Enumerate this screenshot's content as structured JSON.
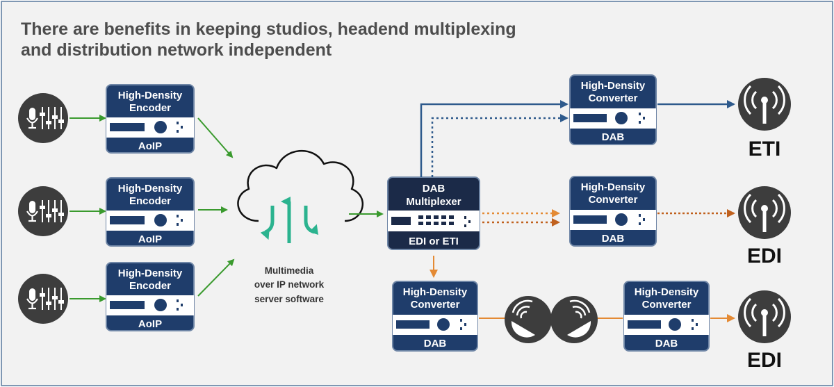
{
  "title": {
    "line1": "There are benefits in keeping studios, headend multiplexing",
    "line2": "and distribution network independent"
  },
  "encoders": [
    {
      "title1": "High-Density",
      "title2": "Encoder",
      "footer": "AoIP"
    },
    {
      "title1": "High-Density",
      "title2": "Encoder",
      "footer": "AoIP"
    },
    {
      "title1": "High-Density",
      "title2": "Encoder",
      "footer": "AoIP"
    }
  ],
  "cloud": {
    "caption1": "Multimedia",
    "caption2": "over IP network",
    "caption3": "server software"
  },
  "multiplexer": {
    "title1": "DAB",
    "title2": "Multiplexer",
    "footer": "EDI or ETI"
  },
  "converters": [
    {
      "title1": "High-Density",
      "title2": "Converter",
      "footer": "DAB"
    },
    {
      "title1": "High-Density",
      "title2": "Converter",
      "footer": "DAB"
    },
    {
      "title1": "High-Density",
      "title2": "Converter",
      "footer": "DAB"
    },
    {
      "title1": "High-Density",
      "title2": "Converter",
      "footer": "DAB"
    }
  ],
  "outputs": {
    "top": "ETI",
    "middle": "EDI",
    "bottom": "EDI"
  },
  "colors": {
    "box_fill": "#1f3d6b",
    "box_border": "#6f86a6",
    "mux_fill": "#1b2a48",
    "green": "#3a9a2e",
    "blue": "#2e5a8c",
    "orange": "#e48a34",
    "dark_orange": "#c0611e",
    "teal": "#2bb38f",
    "icon_dark": "#3d3d3d",
    "background": "#f2f2f2",
    "frame": "#7f97b3"
  },
  "icons": [
    "microphone-mixer-icon",
    "cloud-icon",
    "transmitter-tower-icon",
    "satellite-dish-icon"
  ]
}
